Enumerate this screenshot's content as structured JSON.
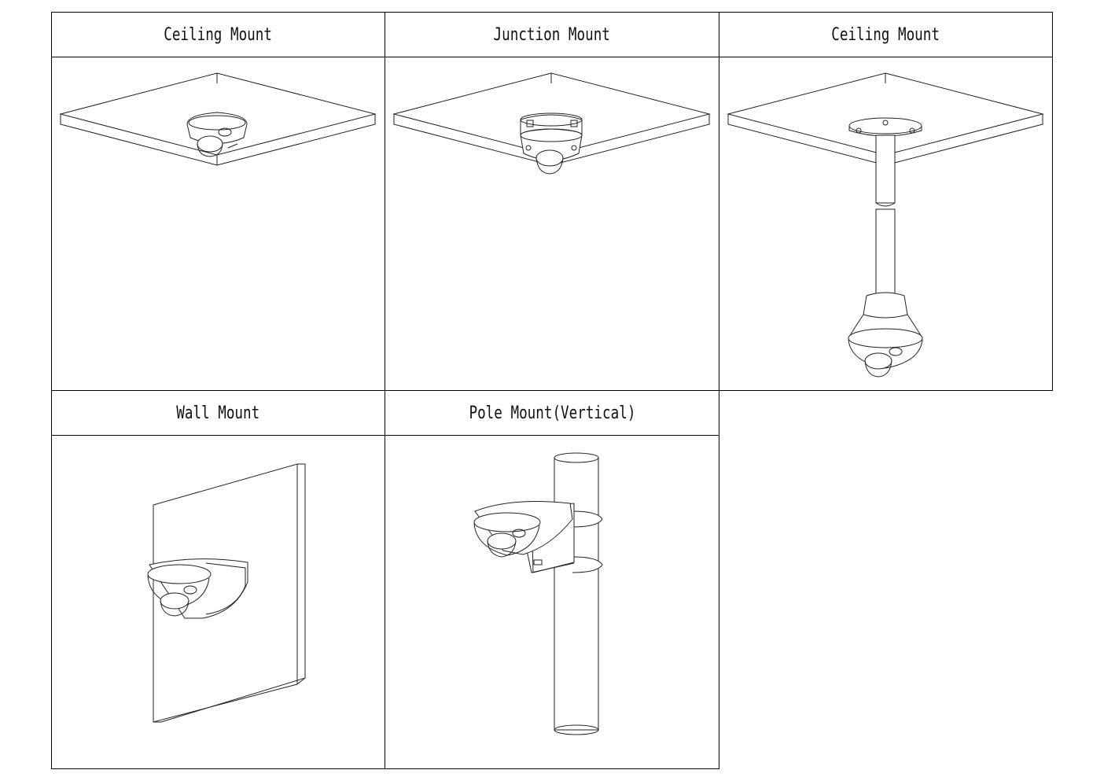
{
  "mounts": [
    {
      "title": "Ceiling Mount",
      "icon": "ceiling-mount-illustration"
    },
    {
      "title": "Junction Mount",
      "icon": "junction-mount-illustration"
    },
    {
      "title": "Ceiling Mount",
      "icon": "pendant-ceiling-mount-illustration"
    },
    {
      "title": "Wall Mount",
      "icon": "wall-mount-illustration"
    },
    {
      "title": "Pole Mount(Vertical)",
      "icon": "pole-mount-illustration"
    }
  ]
}
